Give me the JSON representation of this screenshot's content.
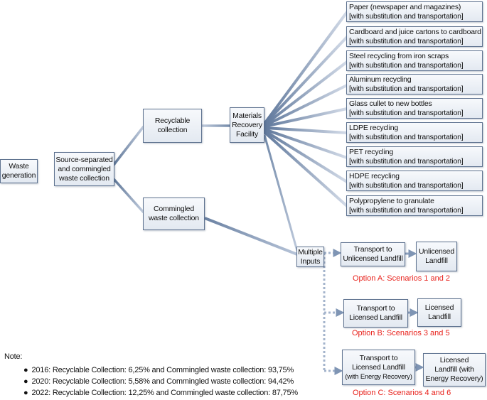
{
  "nodes": {
    "waste_generation": [
      "Waste",
      "generation"
    ],
    "source_collection": [
      "Source-separated",
      "and commingled",
      "waste collection"
    ],
    "recyclable_collection": [
      "Recyclable",
      "collection"
    ],
    "commingled_collection": [
      "Commingled",
      "waste collection"
    ],
    "mrf": [
      "Materials",
      "Recovery",
      "Facility"
    ],
    "multiple_inputs": [
      "Multiple",
      "Inputs"
    ],
    "transport_unlicensed": [
      "Transport to",
      "Unlicensed Landfill"
    ],
    "unlicensed_landfill": [
      "Unlicensed",
      "Landfill"
    ],
    "transport_licensed_b": [
      "Transport to",
      "Licensed Landfill"
    ],
    "licensed_landfill_b": [
      "Licensed",
      "Landfill"
    ],
    "transport_licensed_c": [
      "Transport to",
      "Licensed Landfill",
      "(with Energy Recovery)"
    ],
    "licensed_landfill_c": [
      "Licensed",
      "Landfill (with",
      "Energy Recovery)"
    ]
  },
  "recycling": [
    [
      "Paper (newspaper and magazines)",
      "[with substitution and transportation]"
    ],
    [
      "Cardboard and juice cartons to cardboard",
      "[with substitution and transportation]"
    ],
    [
      "Steel recycling from iron scraps",
      "[with substitution and transportation]"
    ],
    [
      "Aluminum recycling",
      "[with substitution and transportation]"
    ],
    [
      "Glass cullet to new bottles",
      "[with substitution and transportation]"
    ],
    [
      "LDPE recycling",
      "[with substitution and transportation]"
    ],
    [
      "PET recycling",
      "[with substitution and transportation]"
    ],
    [
      "HDPE recycling",
      "[with substitution and transportation]"
    ],
    [
      "Polypropylene to granulate",
      "[with substitution and transportation]"
    ]
  ],
  "options": {
    "a": "Option A: Scenarios 1 and 2",
    "b": "Option B: Scenarios 3 and 5",
    "c": "Option C: Scenarios 4 and 6"
  },
  "note": {
    "title": "Note:",
    "bullet": "●",
    "items": [
      "2016: Recyclable Collection:   6,25% and Commingled waste collection: 93,75%",
      "2020: Recyclable Collection:   5,58% and Commingled waste collection: 94,42%",
      "2022: Recyclable Collection: 12,25% and Commingled waste collection: 87,75%"
    ]
  },
  "colors": {
    "accent": "#e8221c",
    "border": "#5f7390",
    "line_dark": "#5a7396",
    "line_light": "#c6d1e2"
  }
}
